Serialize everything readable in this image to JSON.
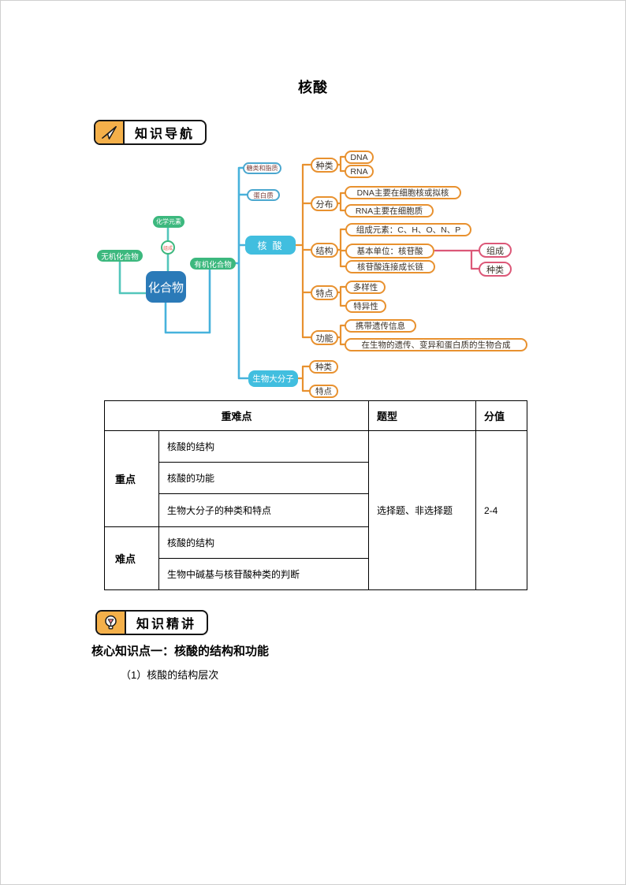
{
  "page": {
    "title": "核酸"
  },
  "badges": {
    "nav": "知识导航",
    "lecture": "知识精讲"
  },
  "mindmap": {
    "root": "化合物",
    "chem_elements": "化学元素",
    "compose_link": "组成",
    "inorganic": "无机化合物",
    "organic": "有机化合物",
    "sugar_lipid": "糖类和脂质",
    "protein": "蛋白质",
    "nucleic_acid": "核 酸",
    "macromolecule": "生物大分子",
    "branches": {
      "kind": {
        "label": "种类",
        "items": [
          "DNA",
          "RNA"
        ]
      },
      "distribution": {
        "label": "分布",
        "items": [
          "DNA主要在细胞核或拟核",
          "RNA主要在细胞质"
        ]
      },
      "structure": {
        "label": "结构",
        "items": [
          "组成元素：C、H、O、N、P",
          "基本单位：核苷酸",
          "核苷酸连接成长链"
        ],
        "nucleotide_sub": [
          "组成",
          "种类"
        ]
      },
      "features": {
        "label": "特点",
        "items": [
          "多样性",
          "特异性"
        ]
      },
      "functions": {
        "label": "功能",
        "items": [
          "携带遗传信息",
          "在生物的遗传、变异和蛋白质的生物合成"
        ]
      },
      "macro_sub": [
        "种类",
        "特点"
      ]
    }
  },
  "table": {
    "headers": {
      "key_points": "重难点",
      "question_type": "题型",
      "score": "分值"
    },
    "groups": [
      {
        "label": "重点",
        "items": [
          "核酸的结构",
          "核酸的功能",
          "生物大分子的种类和特点"
        ]
      },
      {
        "label": "难点",
        "items": [
          "核酸的结构",
          "生物中碱基与核苷酸种类的判断"
        ]
      }
    ],
    "question_type_value": "选择题、非选择题",
    "score_value": "2-4"
  },
  "content": {
    "heading": "核心知识点一：核酸的结构和功能",
    "sub_heading": "（1）核酸的结构层次"
  },
  "colors": {
    "green": "#3CB87E",
    "dark_blue": "#2B7AB8",
    "cyan": "#41BEDF",
    "teal_line": "#53C6BB",
    "blue_line": "#47B2DC",
    "orange": "#E8912F",
    "pink": "#DC5878",
    "badge_orange": "#F4B04A",
    "maroon_text": "#7E4540"
  }
}
